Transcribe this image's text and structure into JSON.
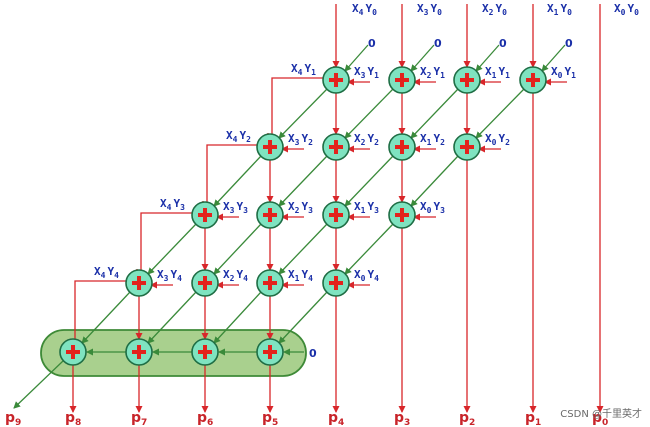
{
  "colors": {
    "red": "#d8262a",
    "green": "#3a8a3a",
    "node_fill": "#7fe3c0",
    "node_stroke": "#1f6e45",
    "band_fill": "#a9d08e",
    "band_stroke": "#3e8a37",
    "label": "#1a2fa8",
    "plus": "#e3221c"
  },
  "icons": {
    "adder": "plus-icon"
  },
  "zero_label": "0",
  "inputs": [
    {
      "x": "4",
      "y": "0"
    },
    {
      "x": "3",
      "y": "0"
    },
    {
      "x": "2",
      "y": "0"
    },
    {
      "x": "1",
      "y": "0"
    },
    {
      "x": "0",
      "y": "0"
    }
  ],
  "rows": [
    {
      "row": 1,
      "labels": [
        {
          "x": "4",
          "y": "1"
        },
        {
          "x": "3",
          "y": "1"
        },
        {
          "x": "2",
          "y": "1"
        },
        {
          "x": "1",
          "y": "1"
        },
        {
          "x": "0",
          "y": "1"
        }
      ]
    },
    {
      "row": 2,
      "labels": [
        {
          "x": "4",
          "y": "2"
        },
        {
          "x": "3",
          "y": "2"
        },
        {
          "x": "2",
          "y": "2"
        },
        {
          "x": "1",
          "y": "2"
        },
        {
          "x": "0",
          "y": "2"
        }
      ]
    },
    {
      "row": 3,
      "labels": [
        {
          "x": "4",
          "y": "3"
        },
        {
          "x": "3",
          "y": "3"
        },
        {
          "x": "2",
          "y": "3"
        },
        {
          "x": "1",
          "y": "3"
        },
        {
          "x": "0",
          "y": "3"
        }
      ]
    },
    {
      "row": 4,
      "labels": [
        {
          "x": "4",
          "y": "4"
        },
        {
          "x": "3",
          "y": "4"
        },
        {
          "x": "2",
          "y": "4"
        },
        {
          "x": "1",
          "y": "4"
        },
        {
          "x": "0",
          "y": "4"
        }
      ]
    }
  ],
  "outputs": [
    "9",
    "8",
    "7",
    "6",
    "5",
    "4",
    "3",
    "2",
    "1",
    "0"
  ],
  "watermark": "CSDN @千里英才"
}
